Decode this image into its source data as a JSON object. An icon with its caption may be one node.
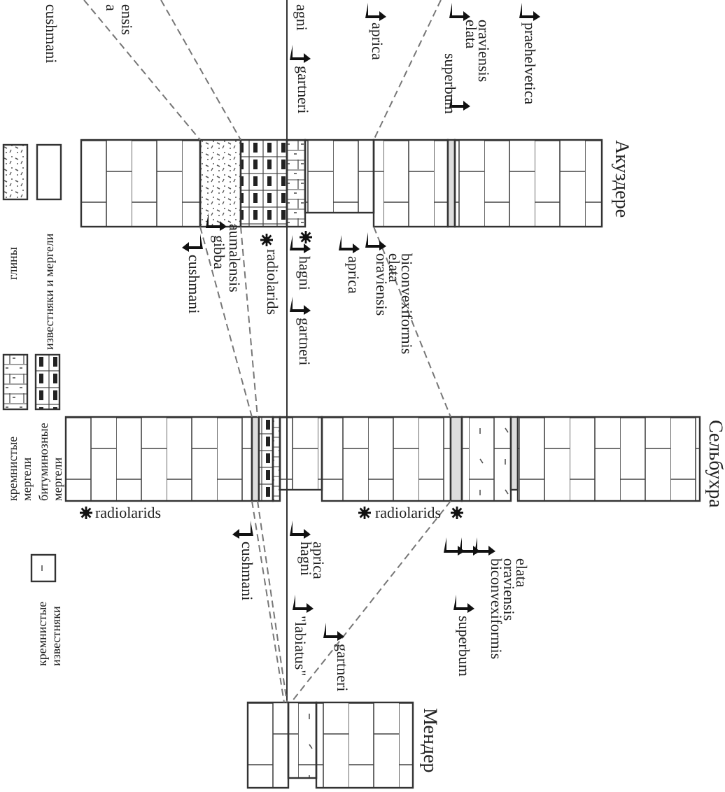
{
  "diagram": {
    "nodes": [
      {
        "text": [
          "Акуздере"
        ]
      },
      {
        "text": [
          "Сельбухра"
        ]
      },
      {
        "text": [
          "Мендер"
        ]
      }
    ],
    "edges": [
      {
        "from": null,
        "to": 0,
        "arrow": "none",
        "style": "dashed"
      },
      {
        "from": null,
        "to": 0,
        "arrow": "none",
        "style": "dashed"
      },
      {
        "from": null,
        "to": 0,
        "arrow": "none",
        "style": "dashed"
      },
      {
        "from": 0,
        "to": 1,
        "arrow": "none",
        "style": "dashed"
      },
      {
        "from": 0,
        "to": 1,
        "arrow": "none",
        "style": "dashed"
      },
      {
        "from": 0,
        "to": 1,
        "arrow": "none",
        "style": "dashed"
      },
      {
        "from": 1,
        "to": 2,
        "arrow": "none",
        "style": "dashed"
      },
      {
        "from": 1,
        "to": 2,
        "arrow": "none",
        "style": "dashed"
      },
      {
        "from": 1,
        "to": 2,
        "arrow": "none",
        "style": "dashed"
      }
    ],
    "labels": [
      "cushmani",
      "ensis",
      "a",
      "agni",
      "gartneri",
      "aprica",
      "elata",
      "oraviensis",
      "superbum",
      "praehelvetica",
      "cushmani",
      "gibba",
      "aumalensis",
      "radiolarids",
      "hagni",
      "gartneri",
      "aprica",
      "oraviensis",
      "elata",
      "biconvexiformis",
      "radiolarids",
      "cushmani",
      "hagni",
      "aprica",
      "radiolarids",
      "biconvexiformis",
      "oraviensis",
      "elata",
      "\"labiatus\"",
      "gartneri",
      "superbum"
    ],
    "legend": [
      {
        "text": "глины"
      },
      {
        "text": "известняки и мергели"
      },
      {
        "text": "битуминозные мергели"
      },
      {
        "text": "кремнистые мергели"
      },
      {
        "text": "кремнистые известняки"
      }
    ]
  }
}
